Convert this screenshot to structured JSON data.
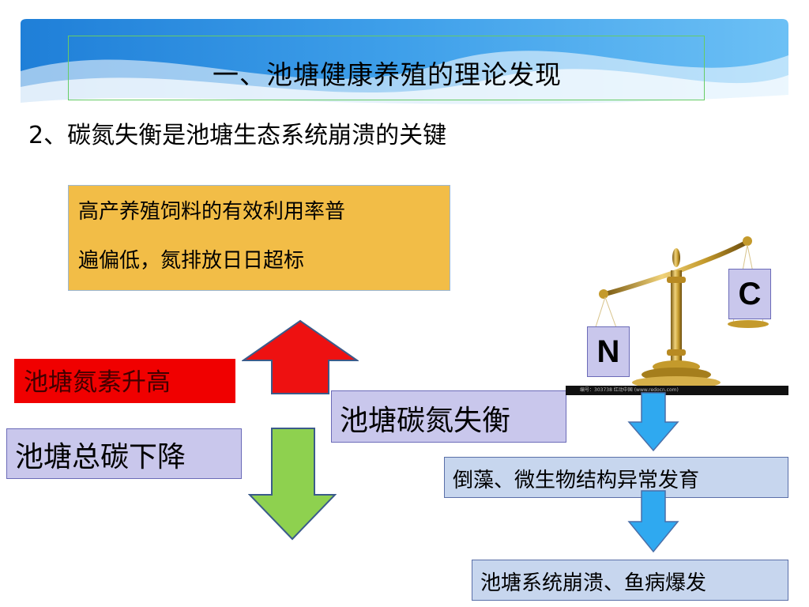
{
  "slide": {
    "title": "一、池塘健康养殖的理论发现",
    "subtitle": "2、碳氮失衡是池塘生态系统崩溃的关键"
  },
  "feed_box": {
    "line1": "高产养殖饲料的有效利用率普",
    "line2": "遍偏低，氮排放日日超标"
  },
  "nitrogen_rise": "池塘氮素升高",
  "carbon_drop": "池塘总碳下降",
  "imbalance": "池塘碳氮失衡",
  "algae": "倒藻、微生物结构异常发育",
  "collapse": "池塘系统崩溃、鱼病爆发",
  "scale": {
    "left_label": "N",
    "right_label": "C",
    "caption": "编号：303738  红动中国 (www.redocn.com)"
  },
  "colors": {
    "banner_blue": "#2e8fe0",
    "orange_box": "#f2bd47",
    "red_box": "#f00000",
    "lavender_box": "#c9c7ec",
    "light_blue_box": "#c7d6ee",
    "up_arrow": "#ee1111",
    "down_arrow_green": "#8ed14f",
    "down_arrow_blue": "#2fa9f0",
    "scale_gold": "#c49a2c"
  }
}
